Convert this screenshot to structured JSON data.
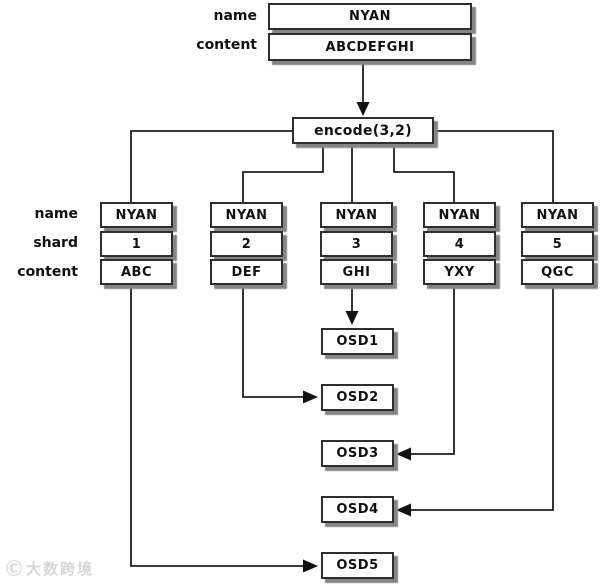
{
  "diagram": {
    "title": "erasure-coding-encode-flow",
    "object": {
      "name_label": "name",
      "name_value": "NYAN",
      "content_label": "content",
      "content_value": "ABCDEFGHI"
    },
    "encode": {
      "label": "encode(3,2)"
    },
    "rows": {
      "name": "name",
      "shard": "shard",
      "content": "content"
    },
    "shards": [
      {
        "name": "NYAN",
        "shard": "1",
        "content": "ABC"
      },
      {
        "name": "NYAN",
        "shard": "2",
        "content": "DEF"
      },
      {
        "name": "NYAN",
        "shard": "3",
        "content": "GHI"
      },
      {
        "name": "NYAN",
        "shard": "4",
        "content": "YXY"
      },
      {
        "name": "NYAN",
        "shard": "5",
        "content": "QGC"
      }
    ],
    "osds": [
      "OSD1",
      "OSD2",
      "OSD3",
      "OSD4",
      "OSD5"
    ],
    "connections": [
      "content -> encode(3,2)",
      "encode(3,2) -> shard1..shard5",
      "shard3(GHI) -> OSD1",
      "shard2(DEF) -> OSD2",
      "shard4(YXY) -> OSD3",
      "shard5(QGC) -> OSD4",
      "shard1(ABC) -> OSD5"
    ],
    "watermark": {
      "logo": "Ⓒ",
      "text": "大数跨境"
    },
    "colors": {
      "background": "#ffffff",
      "box_fill": "#fefefe",
      "box_border": "#2e2e2e",
      "box_shadow": "#858585",
      "line": "#1f1f1f",
      "text": "#111111",
      "watermark": "#d6d6d6"
    }
  }
}
